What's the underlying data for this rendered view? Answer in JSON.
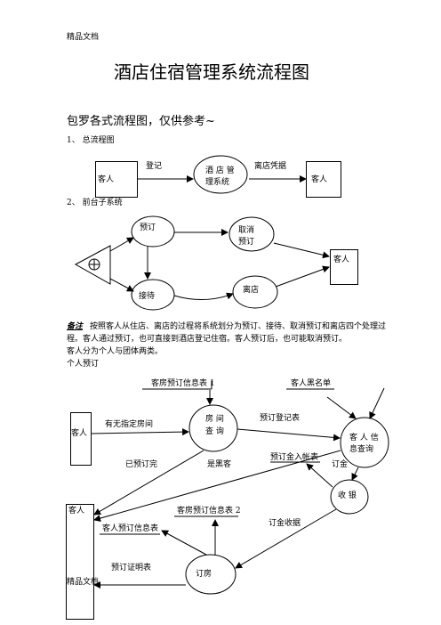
{
  "header": "精品文档",
  "footer": "精品文档",
  "title": "酒店住宿管理系统流程图",
  "subtitle": "包罗各式流程图，仅供参考~",
  "section1": {
    "heading": "1、 总流程图",
    "left": "客人",
    "flow1": "登记",
    "center": "酒 店 管\n理系统",
    "flow2": "离店凭据",
    "right": "客人"
  },
  "section2": {
    "heading": "2、 前台子系统",
    "booking": "预订",
    "cancel": "取消\n预订",
    "guest": "客人",
    "checkin": "接待",
    "checkout": "离店"
  },
  "note": {
    "label": "备注",
    "line1": "按照客人从住店、离店的过程将系统划分为预订、接待、取消预订和离店四个处理过",
    "line2": "程。客人通过预订，也可直接到酒店登记住宿。客人预订后，也可能取消预订。",
    "line3": "客人分为个人与团体两类。",
    "line4": "个人预订"
  },
  "section3": {
    "store1": "客房预订信息表 1",
    "store_blacklist": "客人黑名单",
    "guest_top": "客人",
    "flow_no_room": "有无指定房间",
    "room_query": "房 间\n查 询",
    "flow_reg": "预订登记表",
    "guest_info": "客 人 信\n息查询",
    "flow_full": "已预订完",
    "flow_black": "是黑客",
    "store_deposit": "预订金入帐表",
    "flow_deposit": "订金",
    "guest_bottom": "客人",
    "store2": "客房预订信息表 2",
    "cashier": "收 银",
    "store_info": "客人预订信息表",
    "flow_receipt": "订金收据",
    "flow_cert": "预订证明表",
    "booking": "订房"
  }
}
